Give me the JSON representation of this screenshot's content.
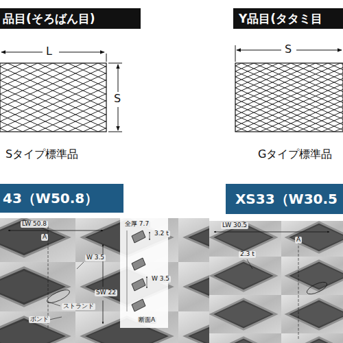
{
  "diagram": {
    "nodes": [
      {
        "text": [
          "品目(そろばん目)"
        ]
      },
      {
        "text": [
          "Y品目(タタミ目"
        ]
      },
      {
        "text": [
          "43（W50.8）"
        ]
      },
      {
        "text": [
          "XS33（W30.5"
        ]
      }
    ],
    "labels": [
      "L",
      "S",
      "S",
      "Sタイプ標準品",
      "Gタイプ標準品",
      "LW 50.8",
      "A",
      "W 3.5",
      "SW 22",
      "ストランド",
      "ボンド",
      "全厚 7.7",
      "3.2 t",
      "W 3.5",
      "断面A",
      "LW 30.5",
      "A",
      "2.3 t"
    ]
  }
}
